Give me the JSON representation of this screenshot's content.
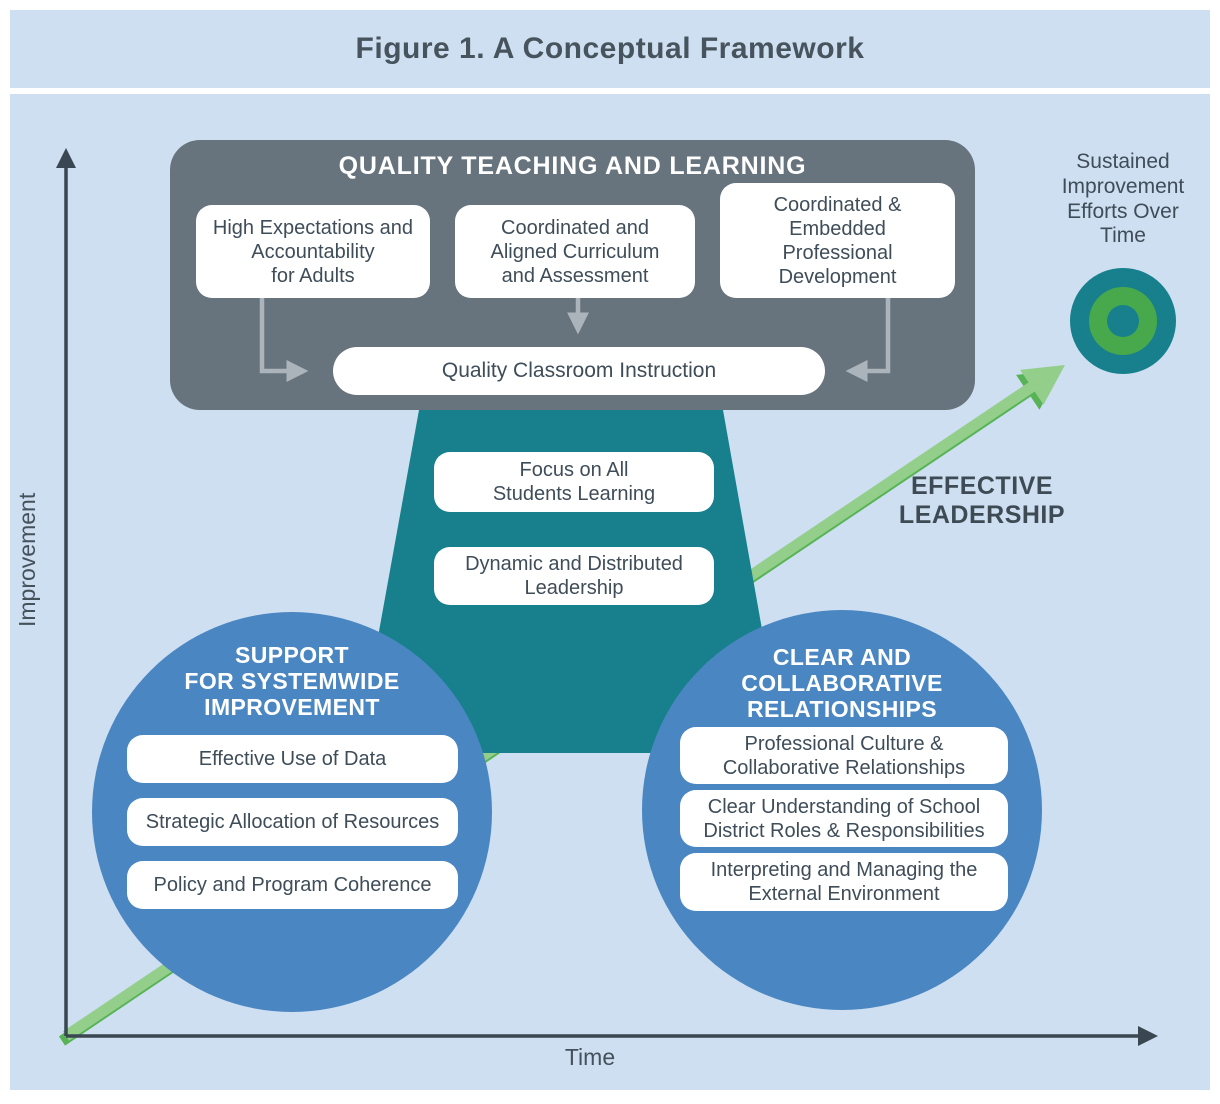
{
  "figure_title": "Figure 1. A Conceptual Framework",
  "axes": {
    "x_label": "Time",
    "y_label": "Improvement"
  },
  "quality": {
    "title": "QUALITY TEACHING AND LEARNING",
    "items": [
      "High Expectations and\nAccountability\nfor Adults",
      "Coordinated and\nAligned Curriculum\nand Assessment",
      "Coordinated &\nEmbedded\nProfessional\nDevelopment"
    ],
    "outcome": "Quality Classroom Instruction"
  },
  "core": {
    "items": [
      "Focus on All\nStudents Learning",
      "Dynamic and Distributed\nLeadership"
    ]
  },
  "support_circle": {
    "title": "SUPPORT\nFOR SYSTEMWIDE\nIMPROVEMENT",
    "items": [
      "Effective Use of Data",
      "Strategic Allocation of Resources",
      "Policy and Program Coherence"
    ]
  },
  "relationships_circle": {
    "title": "CLEAR AND\nCOLLABORATIVE\nRELATIONSHIPS",
    "items": [
      "Professional Culture &\nCollaborative Relationships",
      "Clear Understanding of School\nDistrict Roles & Responsibilities",
      "Interpreting and Managing the\nExternal Environment"
    ]
  },
  "leadership_label": "EFFECTIVE\nLEADERSHIP",
  "target_label": "Sustained\nImprovement\nEfforts Over\nTime",
  "colors": {
    "panel": "#CDDFF0",
    "gray_box": "#67737D",
    "teal": "#17808C",
    "blue_circle": "#4A86C2",
    "green_light": "#93CE8B",
    "green_dark": "#57B355",
    "bullseye_green": "#47A94B",
    "connector_gray": "#ACB4BB",
    "axis": "#3A4651",
    "text_dark": "#3F4D59"
  }
}
